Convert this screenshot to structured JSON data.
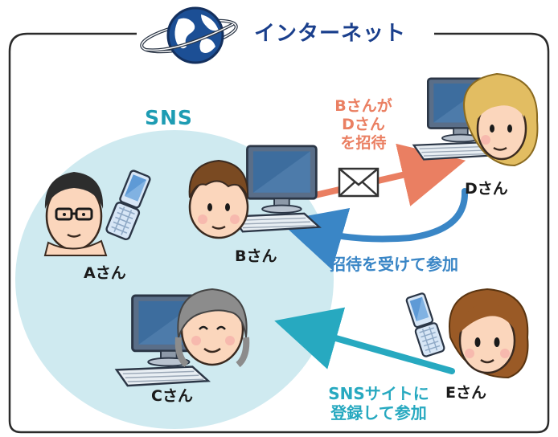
{
  "header": {
    "title": "インターネット",
    "globe_icon": "globe-icon"
  },
  "network": {
    "label": "SNS",
    "fill_color": "#cfeaf0"
  },
  "people": {
    "a": {
      "name": "Aさん",
      "device": "mobile-phone-icon"
    },
    "b": {
      "name": "Bさん",
      "device": "computer-icon"
    },
    "c": {
      "name": "Cさん",
      "device": "computer-icon"
    },
    "d": {
      "name": "Dさん",
      "device": "computer-icon"
    },
    "e": {
      "name": "Eさん",
      "device": "mobile-phone-icon"
    }
  },
  "flows": {
    "invite": {
      "lines": [
        "Bさんが",
        "Dさん",
        "を招待"
      ],
      "icon": "envelope-icon",
      "color": "#ea7f62"
    },
    "accept": {
      "text": "招待を受けて参加",
      "color": "#3a86c6"
    },
    "register": {
      "lines": [
        "SNSサイトに",
        "登録して参加"
      ],
      "color": "#27a9c0"
    }
  }
}
